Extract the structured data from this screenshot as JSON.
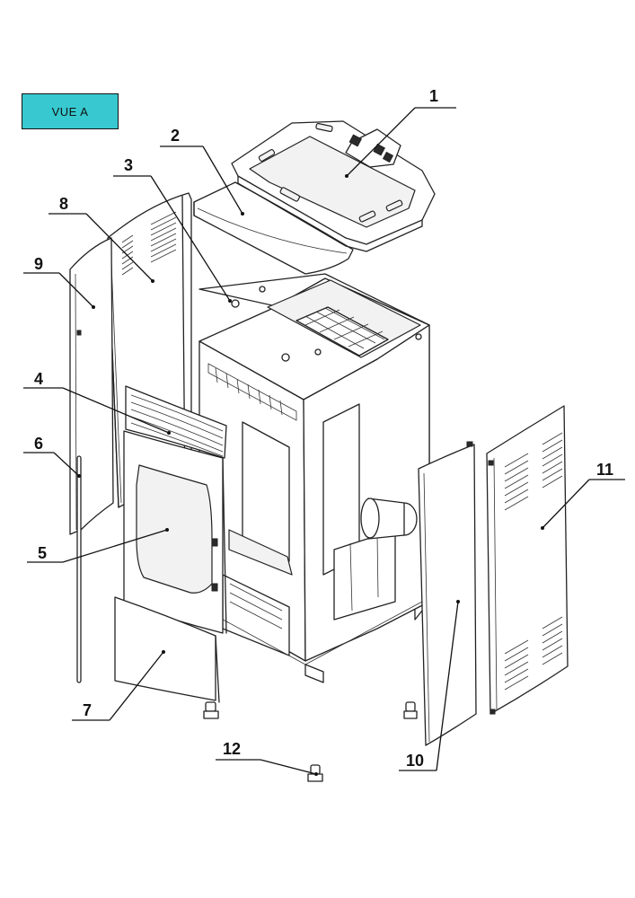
{
  "badge": {
    "label": "VUE A",
    "color": "#37c9cf"
  },
  "callouts": [
    {
      "id": "1",
      "label": "1"
    },
    {
      "id": "2",
      "label": "2"
    },
    {
      "id": "3",
      "label": "3"
    },
    {
      "id": "4",
      "label": "4"
    },
    {
      "id": "5",
      "label": "5"
    },
    {
      "id": "6",
      "label": "6"
    },
    {
      "id": "7",
      "label": "7"
    },
    {
      "id": "8",
      "label": "8"
    },
    {
      "id": "9",
      "label": "9"
    },
    {
      "id": "10",
      "label": "10"
    },
    {
      "id": "11",
      "label": "11"
    },
    {
      "id": "12",
      "label": "12"
    }
  ]
}
